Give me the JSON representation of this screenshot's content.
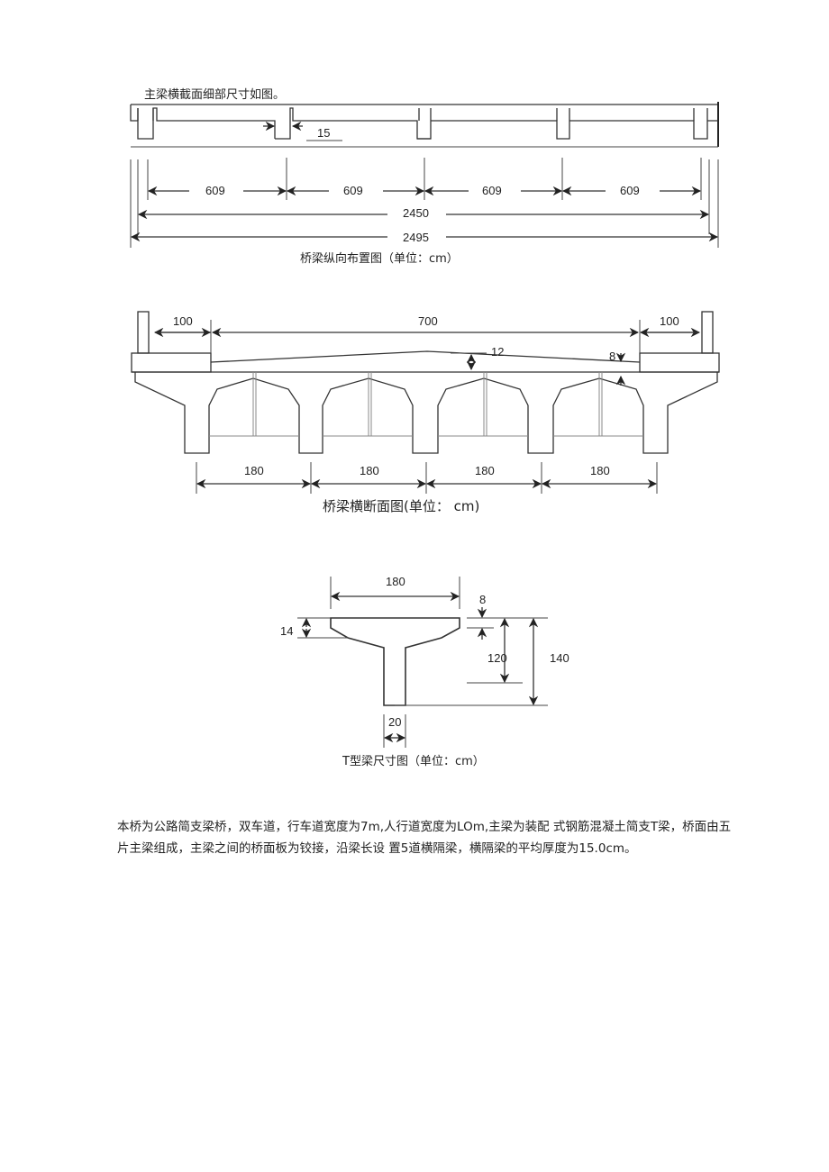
{
  "intro_text": "主梁横截面细部尺寸如图。",
  "fig1": {
    "caption": "桥梁纵向布置图（单位：cm）",
    "gap_label": "15",
    "span_labels": [
      "609",
      "609",
      "609",
      "609"
    ],
    "total_inner": "2450",
    "total_outer": "2495"
  },
  "fig2": {
    "caption": "桥梁横断面图(单位： cm)",
    "sidewalk_left": "100",
    "carriageway": "700",
    "sidewalk_right": "100",
    "crown_thickness": "12",
    "edge_thickness": "8",
    "spacing_labels": [
      "180",
      "180",
      "180",
      "180"
    ]
  },
  "fig3": {
    "caption": "T型梁尺寸图（单位：cm）",
    "flange_width": "180",
    "flange_thickness": "14",
    "top_offset": "8",
    "height_inner": "120",
    "height_total": "140",
    "web_width": "20"
  },
  "description": "本桥为公路简支梁桥，双车道，行车道宽度为7m,人行道宽度为LOm,主梁为装配 式钢筋混凝土简支T梁，桥面由五片主梁组成，主梁之间的桥面板为铰接，沿梁长设 置5道横隔梁，横隔梁的平均厚度为15.0cm。"
}
